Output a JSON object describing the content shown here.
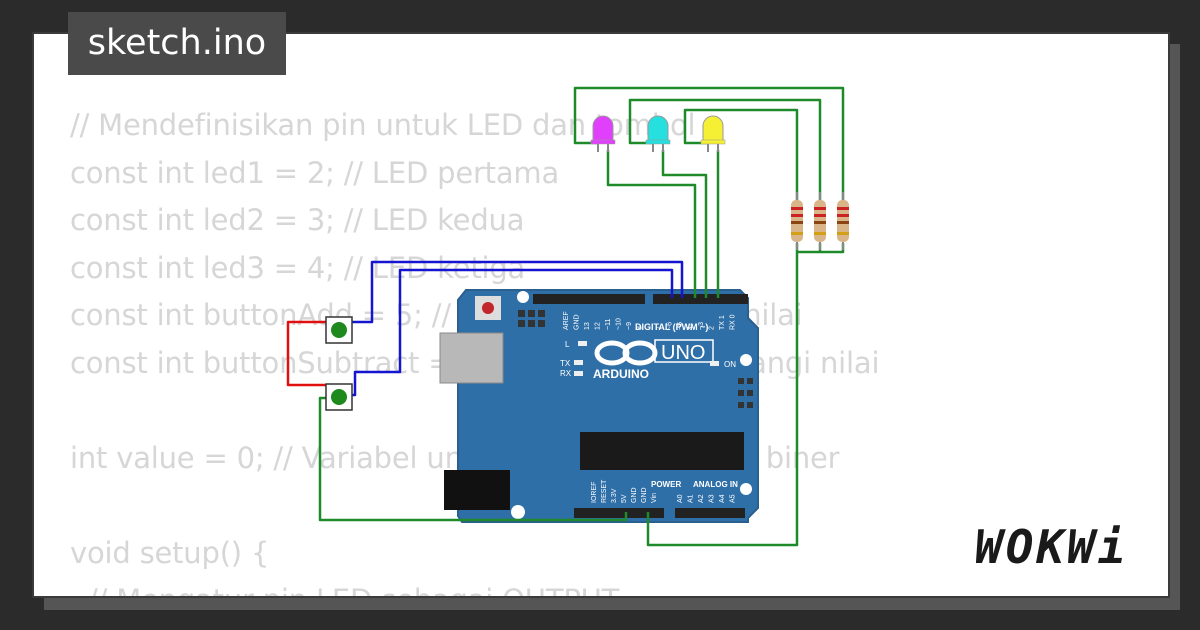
{
  "tab": {
    "title": "sketch.ino"
  },
  "code_lines": [
    "// Mendefinisikan pin untuk LED dan tombol",
    "const int led1 = 2; // LED pertama",
    "const int led2 = 3; // LED kedua",
    "const int led3 = 4; // LED ketiga",
    "const int buttonAdd = 5; // Tombol menambah nilai",
    "const int buttonSubtract = 6; // Tombol mengurangi nilai",
    "",
    "int value = 0; // Variabel untuk menyimpan nilai biner",
    "",
    "void setup() {",
    "  // Mengatur pin LED sebagai OUTPUT"
  ],
  "board": {
    "brand": "ARDUINO",
    "model": "UNO",
    "digital_label": "DIGITAL (PWM ~)",
    "power_label": "POWER",
    "analog_label": "ANALOG IN",
    "on_label": "ON",
    "l_label": "L",
    "tx_label": "TX",
    "rx_label": "RX",
    "digital_pins": [
      "AREF",
      "GND",
      "13",
      "12",
      "~11",
      "~10",
      "~9",
      "8",
      "7",
      "~6",
      "~5",
      "4",
      "~3",
      "2",
      "TX 1",
      "RX 0"
    ],
    "power_pins": [
      "IOREF",
      "RESET",
      "3.3V",
      "5V",
      "GND",
      "GND",
      "Vin"
    ],
    "analog_pins": [
      "A0",
      "A1",
      "A2",
      "A3",
      "A4",
      "A5"
    ]
  },
  "leds": [
    {
      "color": "#e040fb",
      "name": "magenta"
    },
    {
      "color": "#26e0e0",
      "name": "cyan"
    },
    {
      "color": "#f5f033",
      "name": "yellow"
    }
  ],
  "colors": {
    "board": "#2f6fa8",
    "wire_green": "#1f8a2a",
    "wire_blue": "#1515d0",
    "wire_red": "#e01010"
  },
  "brand_logo": "WOKWi"
}
